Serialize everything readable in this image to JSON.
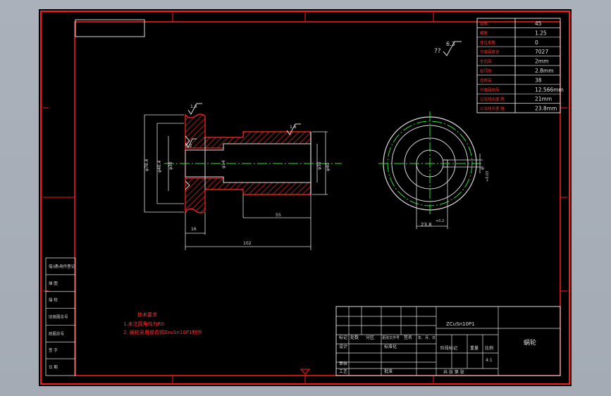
{
  "params_table": [
    {
      "label": "齿数",
      "value": "45"
    },
    {
      "label": "模数",
      "value": "1.25"
    },
    {
      "label": "变位系数",
      "value": "0"
    },
    {
      "label": "分度圆直径",
      "value": "7027"
    },
    {
      "label": "全齿高",
      "value": "2mm"
    },
    {
      "label": "齿顶高",
      "value": "2.8mm"
    },
    {
      "label": "齿根高",
      "value": "38"
    },
    {
      "label": "分度圆齿厚",
      "value": "12.566mm"
    },
    {
      "label": "公法线长度 跨",
      "value": "21mm"
    },
    {
      "label": "公法线长度 跨",
      "value": "23.8mm"
    }
  ],
  "roughness": {
    "general_value": "6.3",
    "general_prefix": "??",
    "face_a": "1.6",
    "face_b": "3.2",
    "face_c": "1.6"
  },
  "dimensions": {
    "flange_width": "16",
    "total_length": "102",
    "sleeve_length": "55",
    "dia_outer": "φ78.4",
    "dia_bore": "φ14",
    "dia_flange": "φ40.4",
    "dia_sleeve": "φ40",
    "dia_end": "φ30",
    "keyway": "23.8",
    "keyway_tol": "+0.2",
    "key_width": "6",
    "key_width_tol": "+0.03"
  },
  "tech_requirements": {
    "title": "技术要求",
    "items": [
      "1.未注圆角均为R0",
      "2. 蜗轮采用锡青铜ZcuSn10P1制作"
    ]
  },
  "title_block": {
    "material": "ZCuSn10P1",
    "part_name": "蜗轮",
    "scale": "4:1",
    "row_labels": [
      "标记",
      "处数",
      "分区",
      "更改文件号",
      "签名",
      "年、月、日"
    ],
    "design_label": "设计",
    "standard_label": "标准化",
    "stage_label": "阶段标记",
    "weight_label": "重量",
    "scale_label": "比例",
    "review_label": "审核",
    "process_label": "工艺",
    "approve_label": "批准",
    "sheet_label": "共 张 第 张"
  },
  "side_labels": [
    "借(通)用件登记",
    "描 图",
    "描 校",
    "旧底图总号",
    "底图总号",
    "签 字",
    "日 期"
  ]
}
